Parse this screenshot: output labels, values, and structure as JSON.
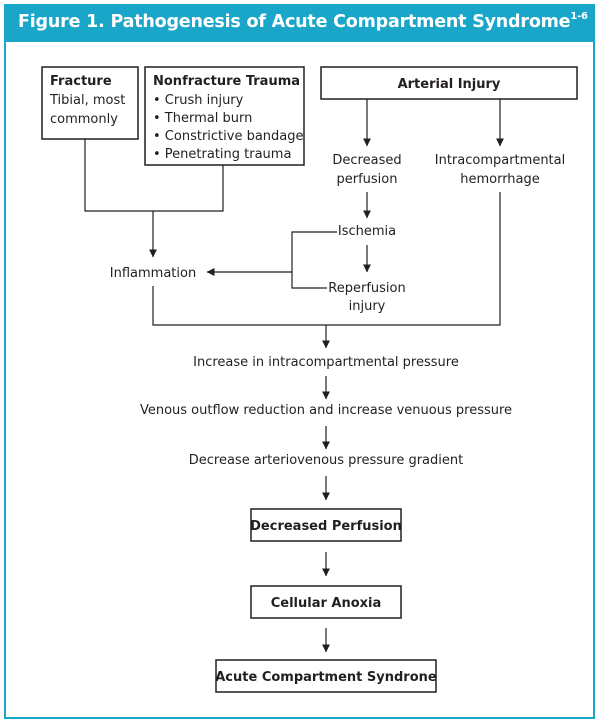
{
  "figure": {
    "title": "Figure 1. Pathogenesis of Acute Compartment Syndrome",
    "title_superscript": "1-6",
    "accent_color": "#1aa6c9"
  },
  "nodes": {
    "fracture": {
      "title": "Fracture",
      "line1": "Tibial, most",
      "line2": "commonly"
    },
    "nonfracture": {
      "title": "Nonfracture Trauma",
      "items": [
        "• Crush injury",
        "• Thermal burn",
        "• Constrictive bandage",
        "• Penetrating trauma"
      ]
    },
    "arterial_injury": "Arterial Injury",
    "decreased_perfusion_1": [
      "Decreased",
      "perfusion"
    ],
    "intracompartmental_hemorrhage": [
      "Intracompartmental",
      "hemorrhage"
    ],
    "ischemia": "Ischemia",
    "inflammation": "Inflammation",
    "reperfusion_injury": [
      "Reperfusion",
      "injury"
    ],
    "increase_pressure": "Increase in intracompartmental pressure",
    "venous_outflow": "Venous outflow reduction and increase venuous pressure",
    "decrease_gradient": "Decrease arteriovenous pressure gradient",
    "decreased_perfusion_2": "Decreased Perfusion",
    "cellular_anoxia": "Cellular Anoxia",
    "acs": "Acute Compartment Syndrone"
  }
}
